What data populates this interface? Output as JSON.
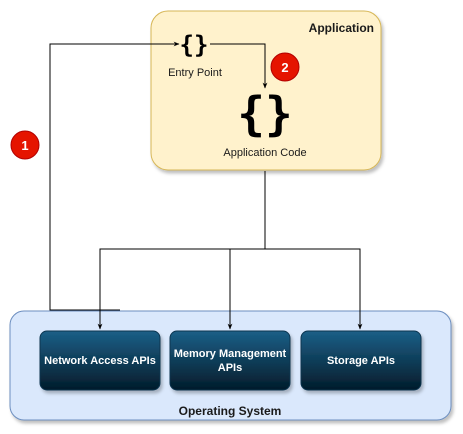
{
  "application": {
    "title": "Application",
    "entry_point_label": "Entry Point",
    "code_label": "Application Code"
  },
  "operating_system": {
    "title": "Operating System",
    "apis": [
      {
        "label": "Network Access APIs"
      },
      {
        "label": "Memory Management APIs"
      },
      {
        "label": "Storage APIs"
      }
    ]
  },
  "steps": [
    "1",
    "2"
  ],
  "colors": {
    "app_fill": "#fff2cc",
    "app_stroke": "#d6b656",
    "os_fill": "#dae8fc",
    "os_stroke": "#6c8ebf",
    "api_top": "#1b5f87",
    "api_bottom": "#031c2b",
    "badge": "#e51400",
    "edge": "#000000"
  },
  "icons": {
    "entry_point": "curly-braces-icon",
    "code": "curly-braces-icon"
  }
}
